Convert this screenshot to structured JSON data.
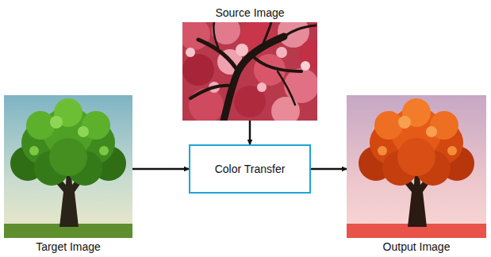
{
  "diagram": {
    "nodes": [
      {
        "text": [
          "Source Image"
        ]
      },
      {
        "text": [
          "Target Image"
        ]
      },
      {
        "text": [
          "Color Transfer"
        ]
      },
      {
        "text": [
          "Output Image"
        ]
      }
    ],
    "edges": [
      {
        "from": 0,
        "to": 2,
        "arrow": "to"
      },
      {
        "from": 1,
        "to": 2,
        "arrow": "to"
      },
      {
        "from": 2,
        "to": 3,
        "arrow": "to"
      }
    ]
  }
}
